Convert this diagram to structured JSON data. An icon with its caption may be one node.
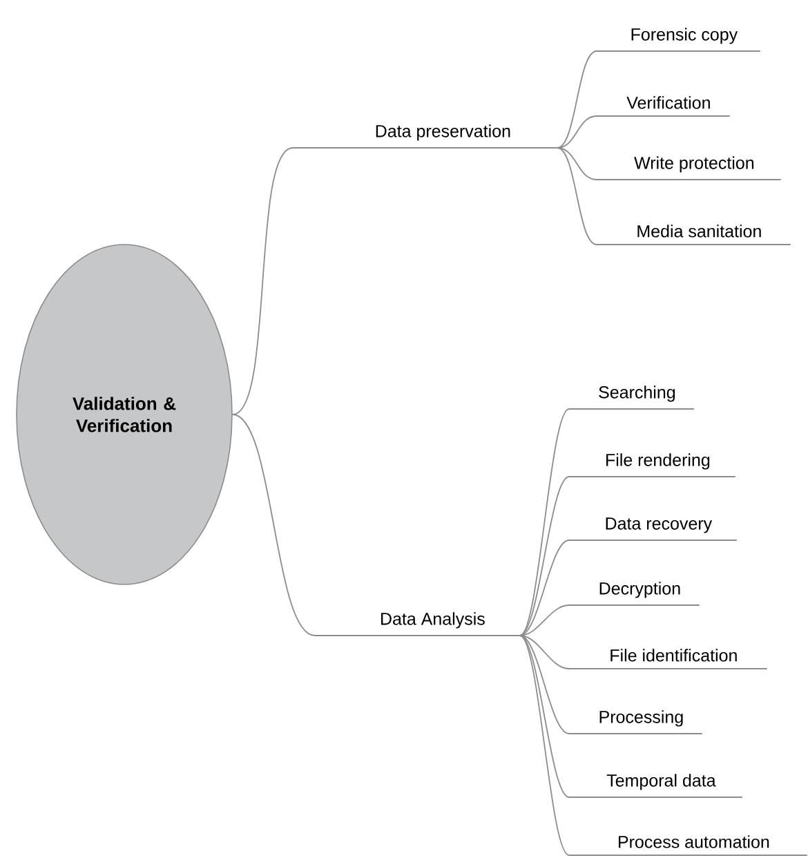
{
  "diagram": {
    "nodes": [
      {
        "text": [
          "Validation & Verification"
        ]
      },
      {
        "text": [
          "Data preservation"
        ]
      },
      {
        "text": [
          "Forensic copy"
        ]
      },
      {
        "text": [
          "Verification"
        ]
      },
      {
        "text": [
          "Write protection"
        ]
      },
      {
        "text": [
          "Media sanitation"
        ]
      },
      {
        "text": [
          "Data Analysis"
        ]
      },
      {
        "text": [
          "Searching"
        ]
      },
      {
        "text": [
          "File rendering"
        ]
      },
      {
        "text": [
          "Data recovery"
        ]
      },
      {
        "text": [
          "Decryption"
        ]
      },
      {
        "text": [
          "File identification"
        ]
      },
      {
        "text": [
          "Processing"
        ]
      },
      {
        "text": [
          "Temporal data"
        ]
      },
      {
        "text": [
          "Process automation"
        ]
      }
    ],
    "edges": [
      {
        "from": 0,
        "to": 1,
        "arrow": "none"
      },
      {
        "from": 0,
        "to": 6,
        "arrow": "none"
      },
      {
        "from": 1,
        "to": 2,
        "arrow": "none"
      },
      {
        "from": 1,
        "to": 3,
        "arrow": "none"
      },
      {
        "from": 1,
        "to": 4,
        "arrow": "none"
      },
      {
        "from": 1,
        "to": 5,
        "arrow": "none"
      },
      {
        "from": 6,
        "to": 7,
        "arrow": "none"
      },
      {
        "from": 6,
        "to": 8,
        "arrow": "none"
      },
      {
        "from": 6,
        "to": 9,
        "arrow": "none"
      },
      {
        "from": 6,
        "to": 10,
        "arrow": "none"
      },
      {
        "from": 6,
        "to": 11,
        "arrow": "none"
      },
      {
        "from": 6,
        "to": 12,
        "arrow": "none"
      },
      {
        "from": 6,
        "to": 13,
        "arrow": "none"
      },
      {
        "from": 6,
        "to": 14,
        "arrow": "none"
      }
    ]
  }
}
